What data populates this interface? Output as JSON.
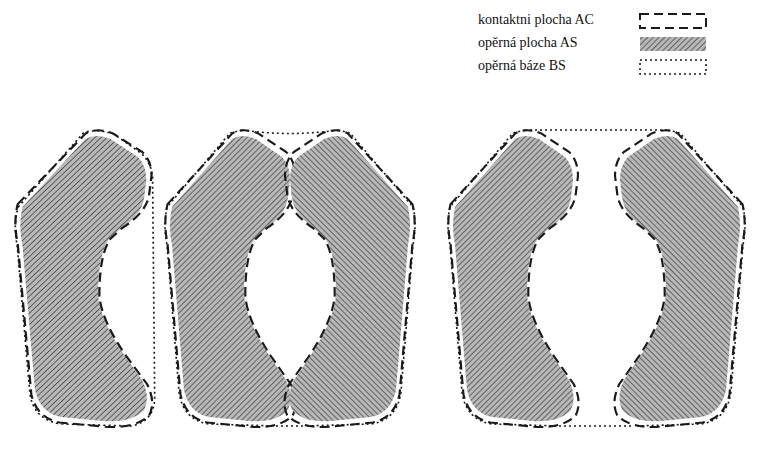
{
  "diagram": {
    "legend": [
      {
        "text": "kontaktni plocha AC"
      },
      {
        "text": "opěrná plocha AS"
      },
      {
        "text": "opěrná báze BS"
      }
    ]
  }
}
